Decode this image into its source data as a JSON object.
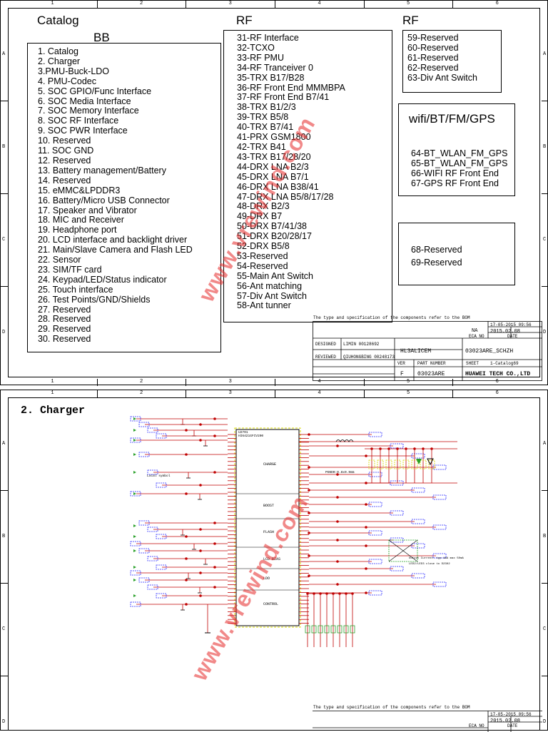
{
  "sheet1": {
    "zones_cols": [
      "1",
      "2",
      "3",
      "4",
      "5",
      "6"
    ],
    "zones_rows": [
      "A",
      "B",
      "C",
      "D"
    ],
    "headers": {
      "catalog": "Catalog",
      "bb": "BB",
      "rf1": "RF",
      "rf2": "RF",
      "wifi": "wifi/BT/FM/GPS"
    },
    "bb_items": [
      "1. Catalog",
      "2. Charger",
      "3.PMU-Buck-LDO",
      "4. PMU-Codec",
      "5. SOC GPIO/Func Interface",
      "6. SOC Media Interface",
      "7. SOC Memory Interface",
      "8. SOC RF Interface",
      "9. SOC PWR Interface",
      "10. Reserved",
      "11. SOC GND",
      "12. Reserved",
      "13. Battery management/Battery",
      "14. Reserved",
      "15. eMMC&LPDDR3",
      "16. Battery/Micro USB Connector",
      "17. Speaker and Vibrator",
      "18. MIC and Receiver",
      "19. Headphone port",
      "20. LCD interface and backlight driver",
      "21. Main/Slave Camera and Flash LED",
      "22. Sensor",
      "23. SIM/TF card",
      "24. Keypad/LED/Status indicator",
      "25. Touch interface",
      "26. Test Points/GND/Shields",
      "27. Reserved",
      "28. Reserved",
      "29. Reserved",
      "30. Reserved"
    ],
    "rf_items": [
      "31-RF Interface",
      "32-TCXO",
      "33-RF PMU",
      "34-RF Tranceiver 0",
      "35-TRX B17/B28",
      "36-RF Front End MMMBPA",
      "37-RF Front End B7/41",
      "38-TRX B1/2/3",
      "39-TRX B5/8",
      "40-TRX B7/41",
      "41-PRX GSM1800",
      "42-TRX B41",
      "43-TRX B17/28/20",
      "44-DRX LNA B2/3",
      "45-DRX LNA B7/1",
      "46-DRX LNA B38/41",
      "47-DRX LNA B5/8/17/28",
      "48-DRX B2/3",
      "49-DRX B7",
      "50-DRX B7/41/38",
      "51-DRX B20/28/17",
      "52-DRX B5/8",
      "53-Reserved",
      "54-Reserved",
      "55-Main Ant Switch",
      "56-Ant matching",
      "57-Div Ant Switch",
      "58-Ant tunner"
    ],
    "rf2_items": [
      "59-Reserved",
      "60-Reserved",
      "61-Reserved",
      "62-Reserved",
      "63-Div Ant Switch"
    ],
    "wifi_items": [
      "64-BT_WLAN_FM_GPS",
      "65-BT_WLAN_FM_GPS",
      "66-WIFI RF Front End",
      "67-GPS RF Front End"
    ],
    "res_items": [
      "68-Reserved",
      "69-Reserved"
    ],
    "note": "The type and specification of the components  refer to the BOM",
    "titleblock": {
      "stamp": "17-05-2015_09:56",
      "na": "NA",
      "date_val": "2015.02.08",
      "eca_no": "ECA NO",
      "date": "DATE",
      "designed": "DESIGNED",
      "designer": "LIMIN 00128692",
      "reviewed": "REVIEWED",
      "reviewer": "QIUHONGBING 00248173",
      "project": "HL3ALICEM",
      "part_code": "03023ARE_SCHZH",
      "ver": "VER",
      "part_number": "PART NUMBER",
      "sheet": "SHEET",
      "sheet_val": "1-Catalog69",
      "ver_val": "F",
      "pn_val": "03023ARE",
      "company": "HUAWEI TECH CO.,LTD"
    },
    "watermark": "www.vrewind.com"
  },
  "sheet2": {
    "title": "2. Charger",
    "chip": {
      "ref": "U2701",
      "part": "HI6421GFCV200",
      "blocks": [
        "CHARGE",
        "BOOST",
        "FLASH",
        "LCD BIAS",
        "LDO",
        "CONTROL"
      ]
    },
    "note": "The type and specification of the components  refer to the BOM",
    "stamp": "17-05-2015_09:56",
    "date_val": "2015.02.08",
    "eca_no": "ECA NO",
    "date": "DATE",
    "annotations": [
      "Local symbol",
      "PGND0:0.8x0.9mm",
      "Output Current: typ 1mA max 50mA",
      "LED2/LED3 close to D2302"
    ],
    "watermark": "www.vrewind.com"
  }
}
